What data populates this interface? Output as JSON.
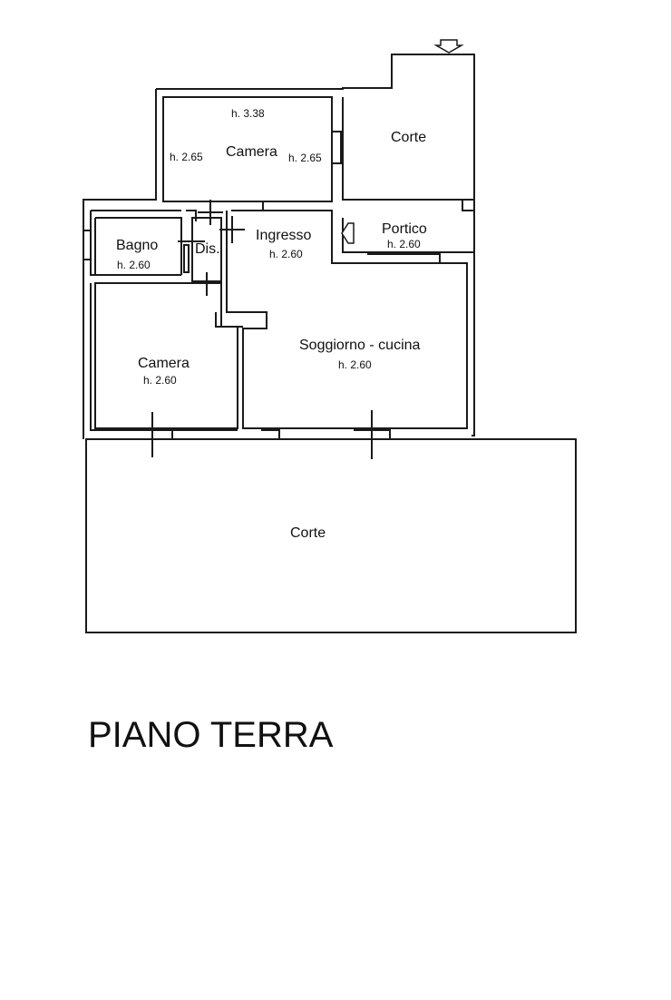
{
  "title": "PIANO TERRA",
  "rooms": {
    "camera_top": {
      "name": "Camera",
      "h_center": "h. 3.38",
      "h_left": "h. 2.65",
      "h_right": "h. 2.65"
    },
    "corte_top": {
      "name": "Corte"
    },
    "bagno": {
      "name": "Bagno",
      "height": "h. 2.60"
    },
    "dis": {
      "name": "Dis."
    },
    "ingresso": {
      "name": "Ingresso",
      "height": "h. 2.60"
    },
    "portico": {
      "name": "Portico",
      "height": "h. 2.60"
    },
    "camera_bottom": {
      "name": "Camera",
      "height": "h. 2.60"
    },
    "soggiorno": {
      "name": "Soggiorno - cucina",
      "height": "h. 2.60"
    },
    "corte_bottom": {
      "name": "Corte"
    }
  },
  "colors": {
    "wall": "#1a1a1a",
    "background": "#ffffff"
  },
  "icons": {
    "entrance_top": "arrow-down-outline-icon",
    "entrance_side": "arrow-left-outline-icon"
  }
}
